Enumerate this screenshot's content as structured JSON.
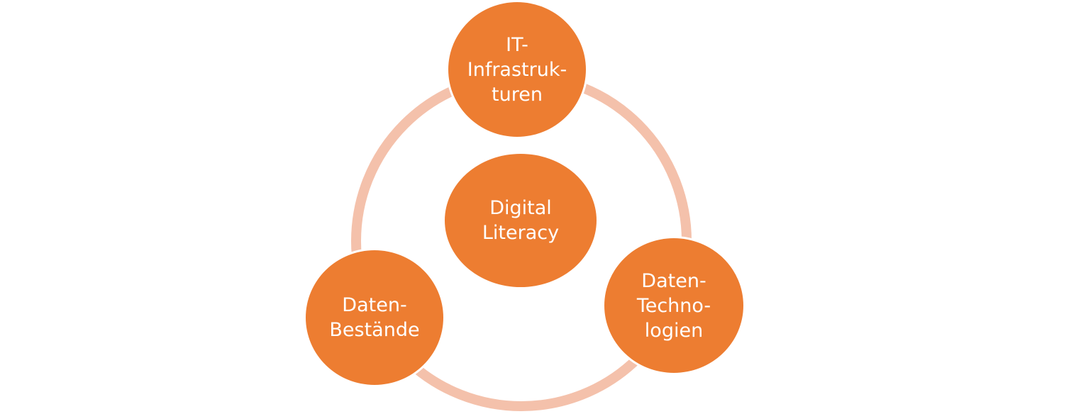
{
  "colors": {
    "node_fill": "#ED7D31",
    "node_stroke": "#FFFFFF",
    "ring": "#F4C1AB",
    "text": "#FFFFFF"
  },
  "nodes": {
    "top": {
      "lines": [
        "IT-",
        "Infrastruk-",
        "turen"
      ]
    },
    "center": {
      "lines": [
        "Digital",
        "Literacy"
      ]
    },
    "left": {
      "lines": [
        "Daten-",
        "Bestände"
      ]
    },
    "right": {
      "lines": [
        "Daten-",
        "Techno-",
        "logien"
      ]
    }
  }
}
